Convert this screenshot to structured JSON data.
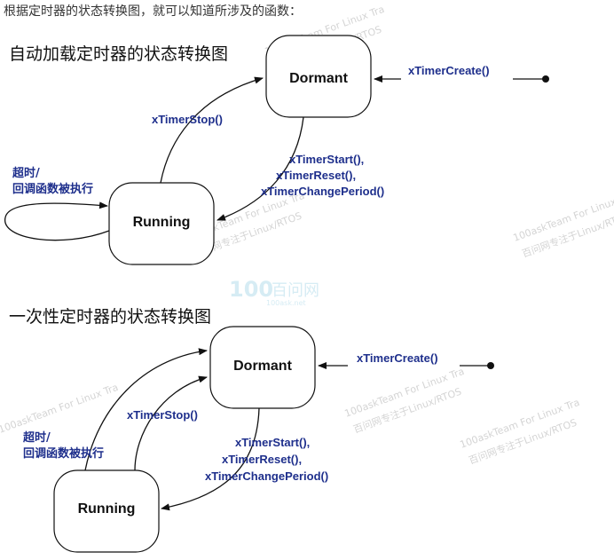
{
  "intro_text": "根据定时器的状态转换图，就可以知道所涉及的函数：",
  "sections": [
    {
      "heading": "自动加载定时器的状态转换图",
      "states": {
        "dormant": "Dormant",
        "running": "Running"
      },
      "labels": {
        "create": "xTimerCreate()",
        "stop": "xTimerStop()",
        "start_lines": [
          "xTimerStart(),",
          "xTimerReset(),",
          "xTimerChangePeriod()"
        ],
        "timeout_lines": [
          "超时/",
          "回调函数被执行"
        ]
      }
    },
    {
      "heading": "一次性定时器的状态转换图",
      "states": {
        "dormant": "Dormant",
        "running": "Running"
      },
      "labels": {
        "create": "xTimerCreate()",
        "stop": "xTimerStop()",
        "start_lines": [
          "xTimerStart(),",
          "xTimerReset(),",
          "xTimerChangePeriod()"
        ],
        "timeout_lines": [
          "超时/",
          "回调函数被执行"
        ]
      }
    }
  ],
  "watermark": {
    "logo_text": "100",
    "logo_cn": "百问网",
    "site": "100ask.net",
    "line1": "100askTeam For Linux Tra",
    "line2": "百问网专注于Linux/RTOS"
  }
}
